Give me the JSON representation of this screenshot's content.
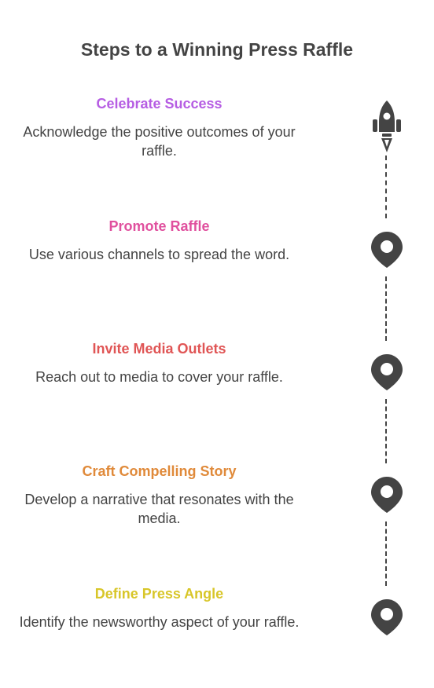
{
  "title": "Steps to a Winning Press Raffle",
  "steps": [
    {
      "title": "Celebrate Success",
      "description": "Acknowledge the positive outcomes of your raffle.",
      "color": "#B65DE3",
      "icon": "rocket-icon"
    },
    {
      "title": "Promote Raffle",
      "description": "Use various channels to spread the word.",
      "color": "#E0509E",
      "icon": "map-pin-icon"
    },
    {
      "title": "Invite Media Outlets",
      "description": "Reach out to media to cover your raffle.",
      "color": "#E05555",
      "icon": "map-pin-icon"
    },
    {
      "title": "Craft Compelling Story",
      "description": "Develop a narrative that resonates with the media.",
      "color": "#E08A3A",
      "icon": "map-pin-icon"
    },
    {
      "title": "Define Press Angle",
      "description": "Identify the newsworthy aspect of your raffle.",
      "color": "#D8C629",
      "icon": "map-pin-icon"
    }
  ],
  "icon_color": "#444444"
}
